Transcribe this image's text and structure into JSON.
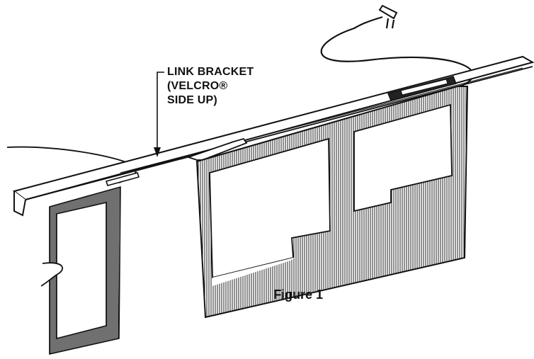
{
  "diagram": {
    "callout": {
      "line1": "LINK BRACKET",
      "line2": "(VELCRO®",
      "line3": "SIDE UP)"
    },
    "caption": "Figure 1"
  },
  "colors": {
    "ink": "#111111",
    "paper": "#ffffff"
  }
}
